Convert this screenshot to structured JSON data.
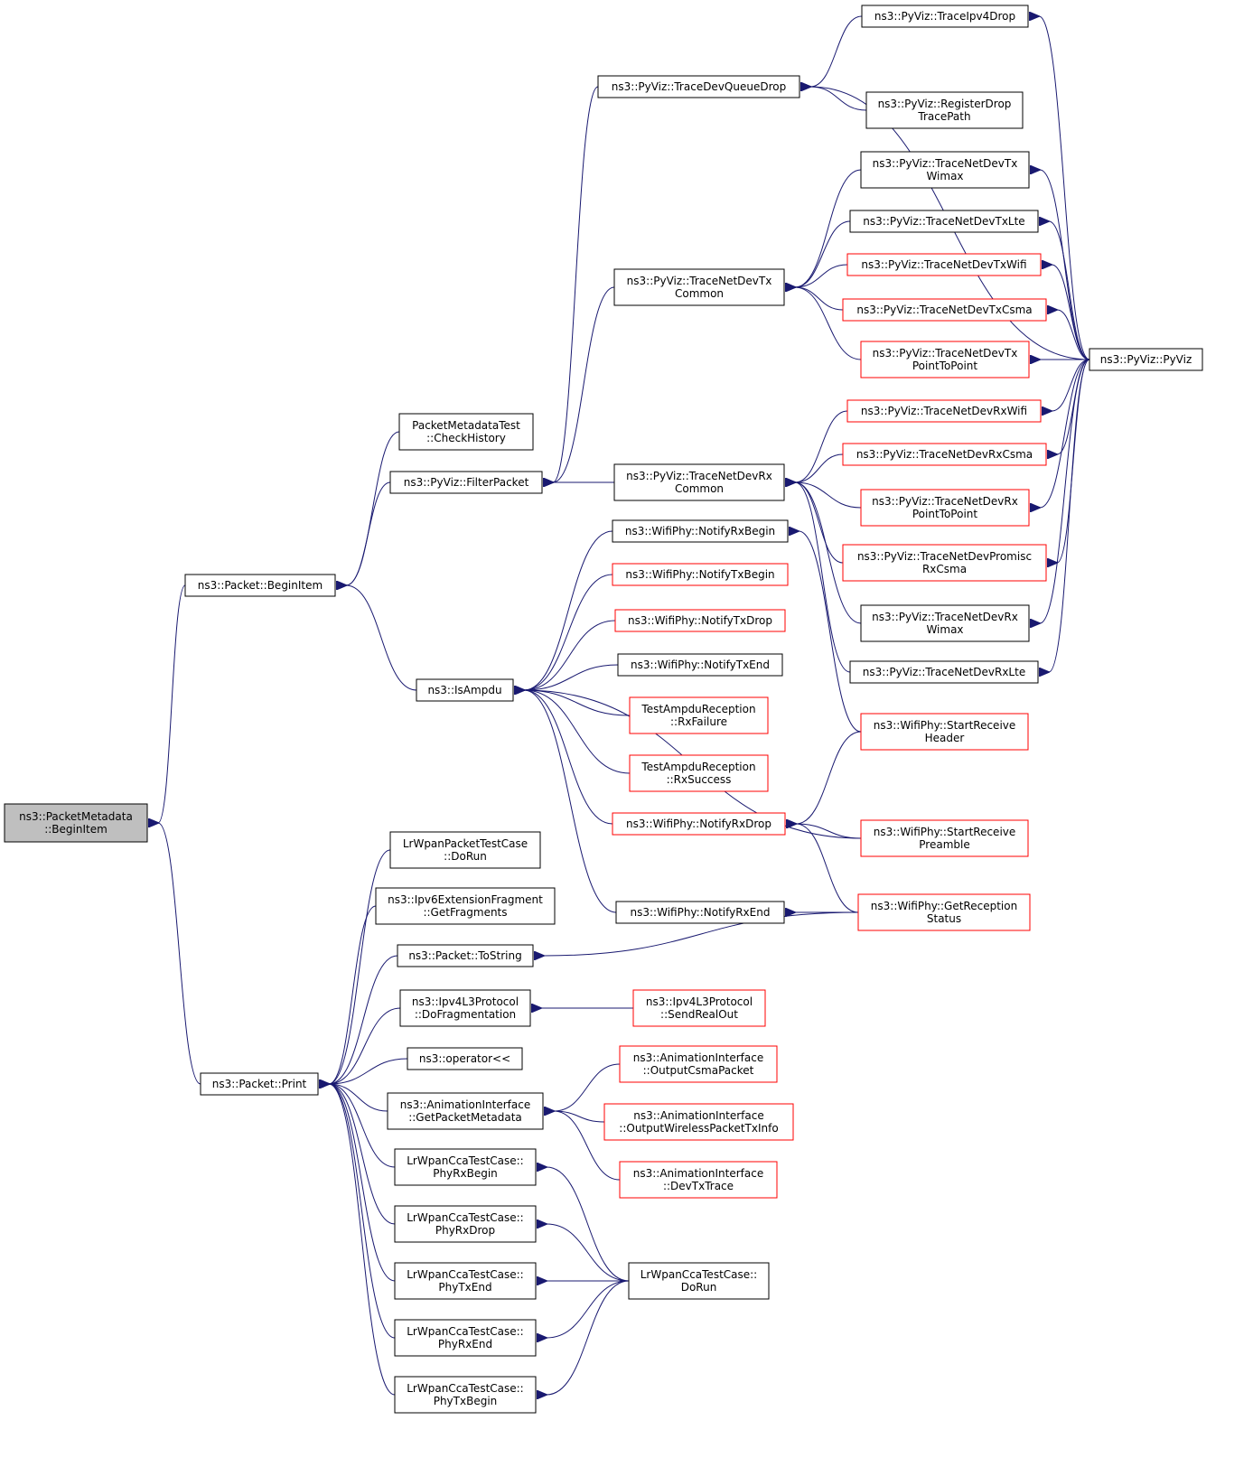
{
  "colors": {
    "edge": "#191970",
    "box_normal": "#000000",
    "box_truncated": "#ff0000",
    "root_fill": "#bfbfbf"
  },
  "nodes": [
    {
      "id": "root",
      "lines": [
        "ns3::PacketMetadata",
        "::BeginItem"
      ],
      "style": "root"
    },
    {
      "id": "beginitem",
      "lines": [
        "ns3::Packet::BeginItem"
      ],
      "style": "normal"
    },
    {
      "id": "print",
      "lines": [
        "ns3::Packet::Print"
      ],
      "style": "normal"
    },
    {
      "id": "checkhistory",
      "lines": [
        "PacketMetadataTest",
        "::CheckHistory"
      ],
      "style": "normal"
    },
    {
      "id": "filterpacket",
      "lines": [
        "ns3::PyViz::FilterPacket"
      ],
      "style": "normal"
    },
    {
      "id": "isampdu",
      "lines": [
        "ns3::IsAmpdu"
      ],
      "style": "normal"
    },
    {
      "id": "tracedevqueuedrop",
      "lines": [
        "ns3::PyViz::TraceDevQueueDrop"
      ],
      "style": "normal"
    },
    {
      "id": "tracenetdevtxcommon",
      "lines": [
        "ns3::PyViz::TraceNetDevTx",
        "Common"
      ],
      "style": "normal"
    },
    {
      "id": "tracenetdevrxcommon",
      "lines": [
        "ns3::PyViz::TraceNetDevRx",
        "Common"
      ],
      "style": "normal"
    },
    {
      "id": "traceipv4drop",
      "lines": [
        "ns3::PyViz::TraceIpv4Drop"
      ],
      "style": "normal"
    },
    {
      "id": "registerdrop",
      "lines": [
        "ns3::PyViz::RegisterDrop",
        "TracePath"
      ],
      "style": "normal"
    },
    {
      "id": "txwimax",
      "lines": [
        "ns3::PyViz::TraceNetDevTx",
        "Wimax"
      ],
      "style": "normal"
    },
    {
      "id": "txlte",
      "lines": [
        "ns3::PyViz::TraceNetDevTxLte"
      ],
      "style": "normal"
    },
    {
      "id": "txwifi",
      "lines": [
        "ns3::PyViz::TraceNetDevTxWifi"
      ],
      "style": "red"
    },
    {
      "id": "txcsma",
      "lines": [
        "ns3::PyViz::TraceNetDevTxCsma"
      ],
      "style": "red"
    },
    {
      "id": "txp2p",
      "lines": [
        "ns3::PyViz::TraceNetDevTx",
        "PointToPoint"
      ],
      "style": "red"
    },
    {
      "id": "pyviz",
      "lines": [
        "ns3::PyViz::PyViz"
      ],
      "style": "normal"
    },
    {
      "id": "rxwifi",
      "lines": [
        "ns3::PyViz::TraceNetDevRxWifi"
      ],
      "style": "red"
    },
    {
      "id": "rxcsma",
      "lines": [
        "ns3::PyViz::TraceNetDevRxCsma"
      ],
      "style": "red"
    },
    {
      "id": "rxp2p",
      "lines": [
        "ns3::PyViz::TraceNetDevRx",
        "PointToPoint"
      ],
      "style": "red"
    },
    {
      "id": "rxpromisc",
      "lines": [
        "ns3::PyViz::TraceNetDevPromisc",
        "RxCsma"
      ],
      "style": "red"
    },
    {
      "id": "rxwimax",
      "lines": [
        "ns3::PyViz::TraceNetDevRx",
        "Wimax"
      ],
      "style": "normal"
    },
    {
      "id": "rxlte",
      "lines": [
        "ns3::PyViz::TraceNetDevRxLte"
      ],
      "style": "normal"
    },
    {
      "id": "notifyrxbegin",
      "lines": [
        "ns3::WifiPhy::NotifyRxBegin"
      ],
      "style": "normal"
    },
    {
      "id": "notifytxbegin",
      "lines": [
        "ns3::WifiPhy::NotifyTxBegin"
      ],
      "style": "red"
    },
    {
      "id": "notifytxdrop",
      "lines": [
        "ns3::WifiPhy::NotifyTxDrop"
      ],
      "style": "red"
    },
    {
      "id": "notifytxend",
      "lines": [
        "ns3::WifiPhy::NotifyTxEnd"
      ],
      "style": "normal"
    },
    {
      "id": "rxfailure",
      "lines": [
        "TestAmpduReception",
        "::RxFailure"
      ],
      "style": "red"
    },
    {
      "id": "rxsuccess",
      "lines": [
        "TestAmpduReception",
        "::RxSuccess"
      ],
      "style": "red"
    },
    {
      "id": "notifyrxdrop",
      "lines": [
        "ns3::WifiPhy::NotifyRxDrop"
      ],
      "style": "red"
    },
    {
      "id": "notifyrxend",
      "lines": [
        "ns3::WifiPhy::NotifyRxEnd"
      ],
      "style": "normal"
    },
    {
      "id": "startrxheader",
      "lines": [
        "ns3::WifiPhy::StartReceive",
        "Header"
      ],
      "style": "red"
    },
    {
      "id": "startrxpreamble",
      "lines": [
        "ns3::WifiPhy::StartReceive",
        "Preamble"
      ],
      "style": "red"
    },
    {
      "id": "getrxstatus",
      "lines": [
        "ns3::WifiPhy::GetReception",
        "Status"
      ],
      "style": "red"
    },
    {
      "id": "lrwpanpacketdorun",
      "lines": [
        "LrWpanPacketTestCase",
        "::DoRun"
      ],
      "style": "normal"
    },
    {
      "id": "getfragments",
      "lines": [
        "ns3::Ipv6ExtensionFragment",
        "::GetFragments"
      ],
      "style": "normal"
    },
    {
      "id": "tostring",
      "lines": [
        "ns3::Packet::ToString"
      ],
      "style": "normal"
    },
    {
      "id": "dofragmentation",
      "lines": [
        "ns3::Ipv4L3Protocol",
        "::DoFragmentation"
      ],
      "style": "normal"
    },
    {
      "id": "sendrealout",
      "lines": [
        "ns3::Ipv4L3Protocol",
        "::SendRealOut"
      ],
      "style": "red"
    },
    {
      "id": "operator",
      "lines": [
        "ns3::operator<<"
      ],
      "style": "normal"
    },
    {
      "id": "getpacketmetadata",
      "lines": [
        "ns3::AnimationInterface",
        "::GetPacketMetadata"
      ],
      "style": "normal"
    },
    {
      "id": "outputcsma",
      "lines": [
        "ns3::AnimationInterface",
        "::OutputCsmaPacket"
      ],
      "style": "red"
    },
    {
      "id": "outputwireless",
      "lines": [
        "ns3::AnimationInterface",
        "::OutputWirelessPacketTxInfo"
      ],
      "style": "red"
    },
    {
      "id": "devtxtrace",
      "lines": [
        "ns3::AnimationInterface",
        "::DevTxTrace"
      ],
      "style": "red"
    },
    {
      "id": "phyrxbegin",
      "lines": [
        "LrWpanCcaTestCase::",
        "PhyRxBegin"
      ],
      "style": "normal"
    },
    {
      "id": "phyrxdrop",
      "lines": [
        "LrWpanCcaTestCase::",
        "PhyRxDrop"
      ],
      "style": "normal"
    },
    {
      "id": "phytxend",
      "lines": [
        "LrWpanCcaTestCase::",
        "PhyTxEnd"
      ],
      "style": "normal"
    },
    {
      "id": "phyrxend",
      "lines": [
        "LrWpanCcaTestCase::",
        "PhyRxEnd"
      ],
      "style": "normal"
    },
    {
      "id": "phytxbegin",
      "lines": [
        "LrWpanCcaTestCase::",
        "PhyTxBegin"
      ],
      "style": "normal"
    },
    {
      "id": "lrwpanccadorun",
      "lines": [
        "LrWpanCcaTestCase::",
        "DoRun"
      ],
      "style": "normal"
    }
  ],
  "edges": [
    [
      "beginitem",
      "root"
    ],
    [
      "print",
      "root"
    ],
    [
      "checkhistory",
      "beginitem"
    ],
    [
      "filterpacket",
      "beginitem"
    ],
    [
      "isampdu",
      "beginitem"
    ],
    [
      "tracedevqueuedrop",
      "filterpacket"
    ],
    [
      "tracenetdevtxcommon",
      "filterpacket"
    ],
    [
      "tracenetdevrxcommon",
      "filterpacket"
    ],
    [
      "traceipv4drop",
      "tracedevqueuedrop"
    ],
    [
      "registerdrop",
      "tracedevqueuedrop"
    ],
    [
      "pyviz",
      "tracedevqueuedrop"
    ],
    [
      "pyviz",
      "traceipv4drop"
    ],
    [
      "txwimax",
      "tracenetdevtxcommon"
    ],
    [
      "txlte",
      "tracenetdevtxcommon"
    ],
    [
      "txwifi",
      "tracenetdevtxcommon"
    ],
    [
      "txcsma",
      "tracenetdevtxcommon"
    ],
    [
      "txp2p",
      "tracenetdevtxcommon"
    ],
    [
      "pyviz",
      "txwimax"
    ],
    [
      "pyviz",
      "txlte"
    ],
    [
      "pyviz",
      "txwifi"
    ],
    [
      "pyviz",
      "txcsma"
    ],
    [
      "pyviz",
      "txp2p"
    ],
    [
      "rxwifi",
      "tracenetdevrxcommon"
    ],
    [
      "rxcsma",
      "tracenetdevrxcommon"
    ],
    [
      "rxp2p",
      "tracenetdevrxcommon"
    ],
    [
      "rxpromisc",
      "tracenetdevrxcommon"
    ],
    [
      "rxwimax",
      "tracenetdevrxcommon"
    ],
    [
      "rxlte",
      "tracenetdevrxcommon"
    ],
    [
      "pyviz",
      "rxwifi"
    ],
    [
      "pyviz",
      "rxcsma"
    ],
    [
      "pyviz",
      "rxp2p"
    ],
    [
      "pyviz",
      "rxpromisc"
    ],
    [
      "pyviz",
      "rxwimax"
    ],
    [
      "pyviz",
      "rxlte"
    ],
    [
      "notifyrxbegin",
      "isampdu"
    ],
    [
      "notifytxbegin",
      "isampdu"
    ],
    [
      "notifytxdrop",
      "isampdu"
    ],
    [
      "notifytxend",
      "isampdu"
    ],
    [
      "rxfailure",
      "isampdu"
    ],
    [
      "rxsuccess",
      "isampdu"
    ],
    [
      "notifyrxdrop",
      "isampdu"
    ],
    [
      "notifyrxend",
      "isampdu"
    ],
    [
      "startrxpreamble",
      "isampdu"
    ],
    [
      "startrxheader",
      "notifyrxbegin"
    ],
    [
      "startrxheader",
      "notifyrxdrop"
    ],
    [
      "startrxpreamble",
      "notifyrxdrop"
    ],
    [
      "getrxstatus",
      "notifyrxdrop"
    ],
    [
      "getrxstatus",
      "notifyrxend"
    ],
    [
      "lrwpanpacketdorun",
      "print"
    ],
    [
      "getfragments",
      "print"
    ],
    [
      "tostring",
      "print"
    ],
    [
      "dofragmentation",
      "print"
    ],
    [
      "operator",
      "print"
    ],
    [
      "getpacketmetadata",
      "print"
    ],
    [
      "phyrxbegin",
      "print"
    ],
    [
      "phyrxdrop",
      "print"
    ],
    [
      "phytxend",
      "print"
    ],
    [
      "phyrxend",
      "print"
    ],
    [
      "phytxbegin",
      "print"
    ],
    [
      "getrxstatus",
      "tostring"
    ],
    [
      "sendrealout",
      "dofragmentation"
    ],
    [
      "outputcsma",
      "getpacketmetadata"
    ],
    [
      "outputwireless",
      "getpacketmetadata"
    ],
    [
      "devtxtrace",
      "getpacketmetadata"
    ],
    [
      "lrwpanccadorun",
      "phyrxbegin"
    ],
    [
      "lrwpanccadorun",
      "phyrxdrop"
    ],
    [
      "lrwpanccadorun",
      "phytxend"
    ],
    [
      "lrwpanccadorun",
      "phyrxend"
    ],
    [
      "lrwpanccadorun",
      "phytxbegin"
    ]
  ]
}
